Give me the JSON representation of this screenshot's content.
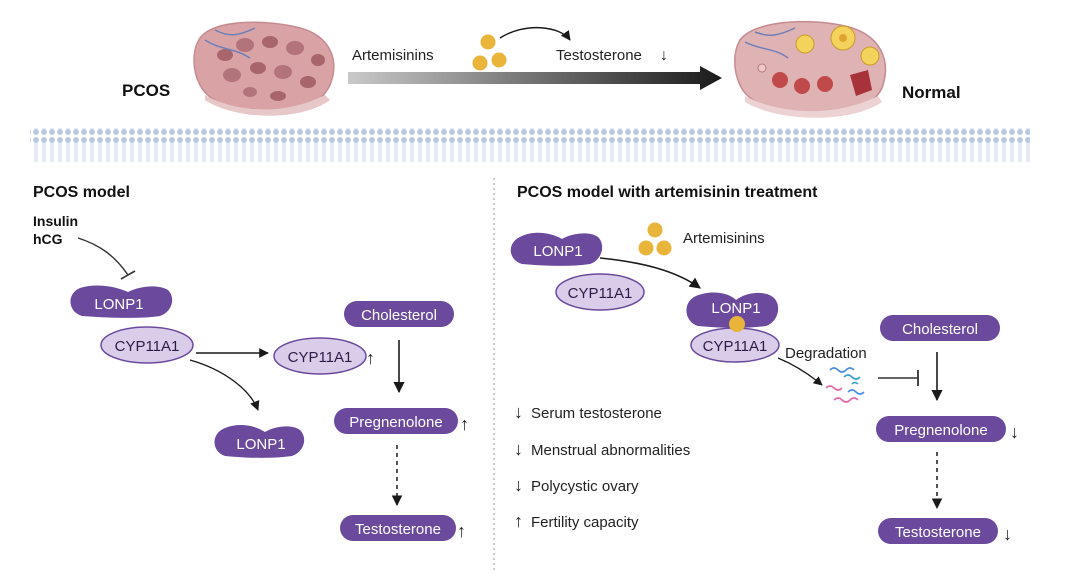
{
  "top": {
    "left_label": "PCOS",
    "right_label": "Normal",
    "drug_label": "Artemisinins",
    "effect_label": "Testosterone",
    "effect_arrow": "↓"
  },
  "left_panel": {
    "title": "PCOS model",
    "stimuli": [
      "Insulin",
      "hCG"
    ],
    "lonp1_top": "LONP1",
    "cyp_bound": "CYP11A1",
    "cyp_free": "CYP11A1",
    "cyp_free_arrow": "↑",
    "lonp1_released": "LONP1",
    "cholesterol": "Cholesterol",
    "pregnenolone": "Pregnenolone",
    "pregnenolone_arrow": "↑",
    "testosterone": "Testosterone",
    "testosterone_arrow": "↑"
  },
  "right_panel": {
    "title": "PCOS model with artemisinin treatment",
    "drug_label": "Artemisinins",
    "lonp1_free": "LONP1",
    "cyp_free": "CYP11A1",
    "lonp1_complex": "LONP1",
    "cyp_complex": "CYP11A1",
    "degradation": "Degradation",
    "cholesterol": "Cholesterol",
    "pregnenolone": "Pregnenolone",
    "pregnenolone_arrow": "↓",
    "testosterone": "Testosterone",
    "testosterone_arrow": "↓",
    "outcomes": [
      {
        "arrow": "↓",
        "text": "Serum testosterone"
      },
      {
        "arrow": "↓",
        "text": "Menstrual abnormalities"
      },
      {
        "arrow": "↓",
        "text": "Polycystic ovary"
      },
      {
        "arrow": "↑",
        "text": "Fertility capacity"
      }
    ]
  },
  "colors": {
    "dark_purple": "#6b4a9e",
    "light_purple": "#d9cdea",
    "membrane": "#b8c8df",
    "drug_gold": "#e8b43a",
    "ovary_pink": "#d8a7a7"
  }
}
